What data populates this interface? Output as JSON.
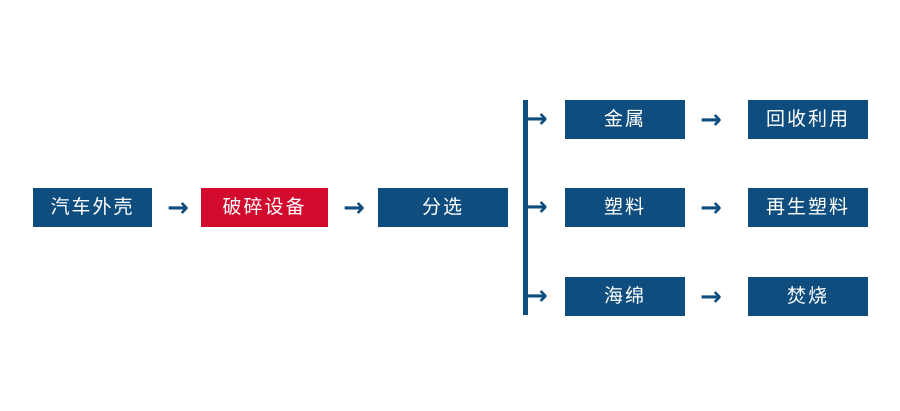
{
  "diagram": {
    "type": "flowchart",
    "orientation": "left-to-right",
    "background_color": "#ffffff",
    "colors": {
      "node_default": "#0e4d7d",
      "node_highlight": "#d20a2e",
      "node_text": "#ffffff",
      "connector": "#0e4d7d"
    },
    "main_chain": [
      {
        "id": "shell",
        "label": "汽车外壳",
        "style": "blue"
      },
      {
        "id": "shredder",
        "label": "破碎设备",
        "style": "red"
      },
      {
        "id": "sorting",
        "label": "分选",
        "style": "blue"
      }
    ],
    "main_arrows": [
      {
        "id": "arrow-shell-to-shredder",
        "glyph": "→"
      },
      {
        "id": "arrow-shredder-to-sorting",
        "glyph": "→"
      }
    ],
    "splitter": {
      "id": "sorting-splitter",
      "note": "vertical bus from 分选 fanning out to three material streams"
    },
    "branches": [
      {
        "id": "metal",
        "branch_arrow": "→",
        "material": {
          "label": "金属",
          "style": "blue"
        },
        "link_arrow": "→",
        "outcome": {
          "label": "回收利用",
          "style": "blue"
        }
      },
      {
        "id": "plastic",
        "branch_arrow": "→",
        "material": {
          "label": "塑料",
          "style": "blue"
        },
        "link_arrow": "→",
        "outcome": {
          "label": "再生塑料",
          "style": "blue"
        }
      },
      {
        "id": "sponge",
        "branch_arrow": "→",
        "material": {
          "label": "海绵",
          "style": "blue"
        },
        "link_arrow": "→",
        "outcome": {
          "label": "焚烧",
          "style": "blue"
        }
      }
    ]
  }
}
